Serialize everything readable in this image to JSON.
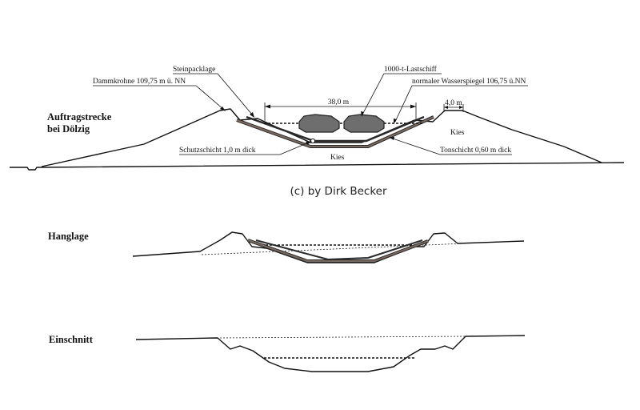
{
  "copyright": "(c) by Dirk Becker",
  "sections": {
    "auftrag": {
      "title_line1": "Auftragstrecke",
      "title_line2": "bei Dölzig"
    },
    "hanglage": {
      "title": "Hanglage"
    },
    "einschnitt": {
      "title": "Einschnitt"
    }
  },
  "labels": {
    "steinpacklage": "Steinpacklage",
    "dammkrohne": "Dammkrohne 109,75 m ü. NN",
    "lastschiff": "1000-t-Lastschiff",
    "wasserspiegel": "normaler Wasserspiegel 106,75 ü.NN",
    "width_38": "38,0 m",
    "width_4": "4,0 m",
    "kies_right": "Kies",
    "kies_bottom": "Kies",
    "schutzschicht": "Schutzschicht 1,0 m dick",
    "tonschicht": "Tonschicht 0,60 m dick"
  },
  "colors": {
    "ship_fill": "#6e6e6e",
    "ship_stroke": "#222222",
    "clay_layer": "#7a6a60",
    "line": "#111111"
  }
}
